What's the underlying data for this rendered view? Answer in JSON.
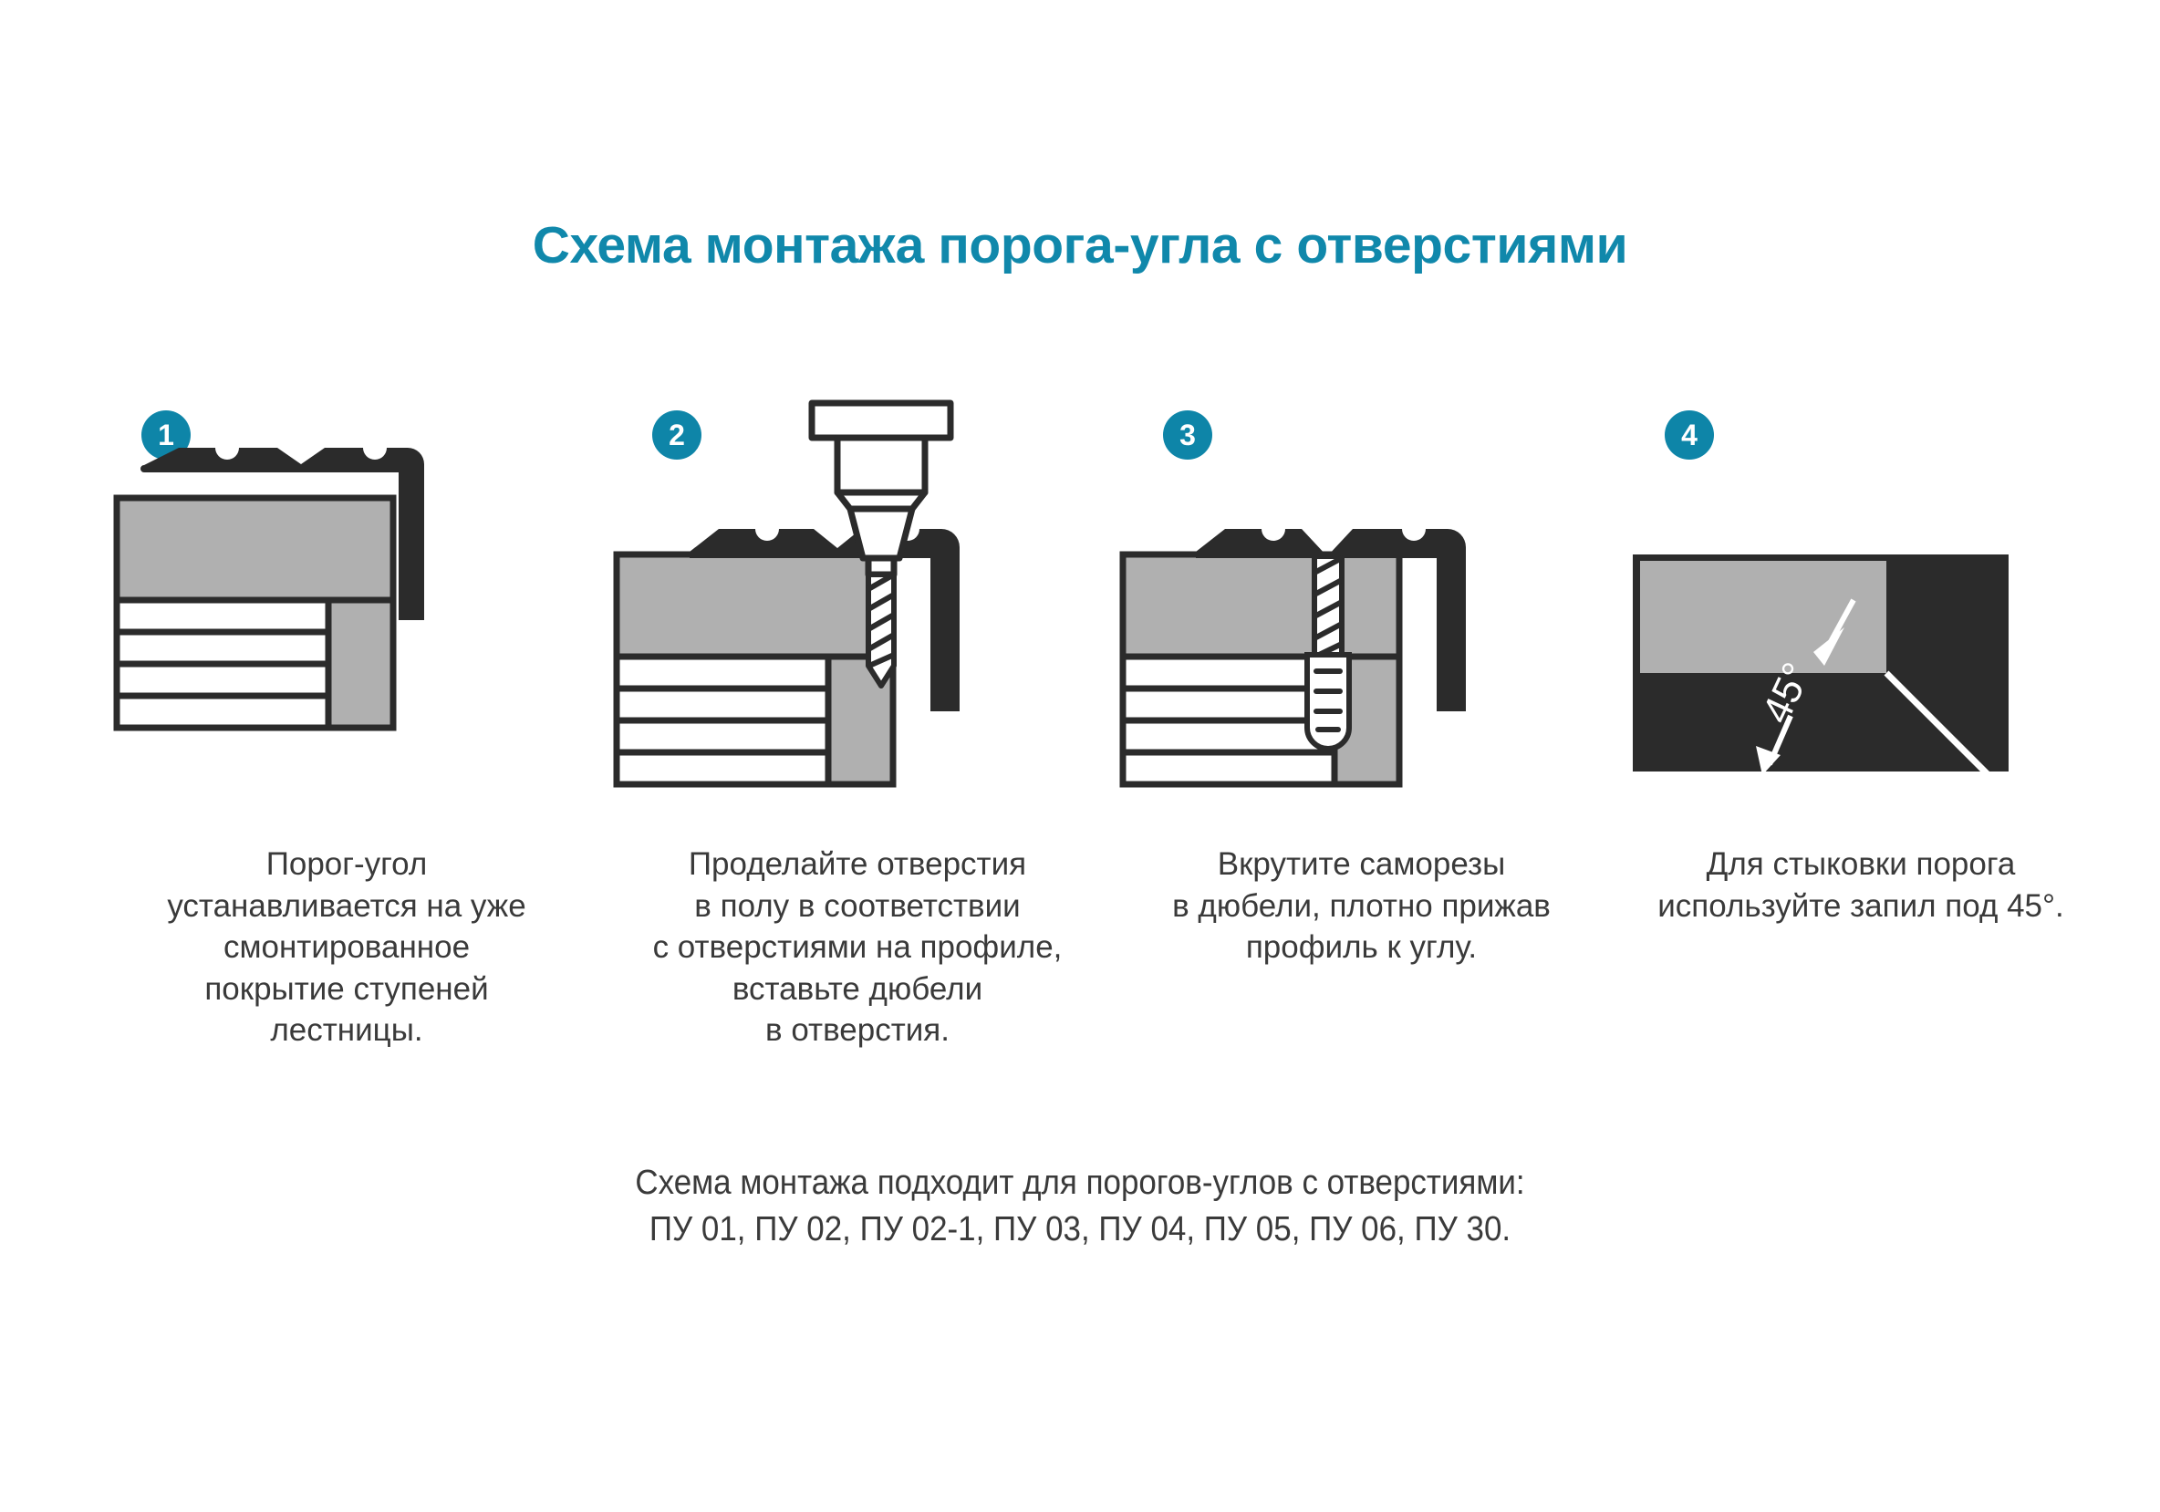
{
  "title": "Схема монтажа порога-угла с отверстиями",
  "colors": {
    "accent": "#0e85a8",
    "profile_black": "#2b2b2b",
    "slab_gray": "#b0b0b0",
    "text_gray": "#3a3a3a",
    "background": "#ffffff"
  },
  "steps": [
    {
      "number": "1",
      "caption": "Порог-угол\nустанавливается на уже\nсмонтированное\nпокрытие ступеней\nлестницы."
    },
    {
      "number": "2",
      "caption": "Проделайте отверстия\nв полу в соответствии\nс отверстиями на профиле,\nвставьте дюбели\nв отверстия."
    },
    {
      "number": "3",
      "caption": "Вкрутите саморезы\nв дюбели, плотно прижав\nпрофиль к углу."
    },
    {
      "number": "4",
      "caption": "Для стыковки порога\nиспользуйте запил под 45°."
    }
  ],
  "angle_label": "45°",
  "footer": "Схема монтажа подходит для порогов-углов с отверстиями:\nПУ 01, ПУ 02, ПУ 02-1, ПУ 03, ПУ 04, ПУ 05, ПУ 06, ПУ 30."
}
